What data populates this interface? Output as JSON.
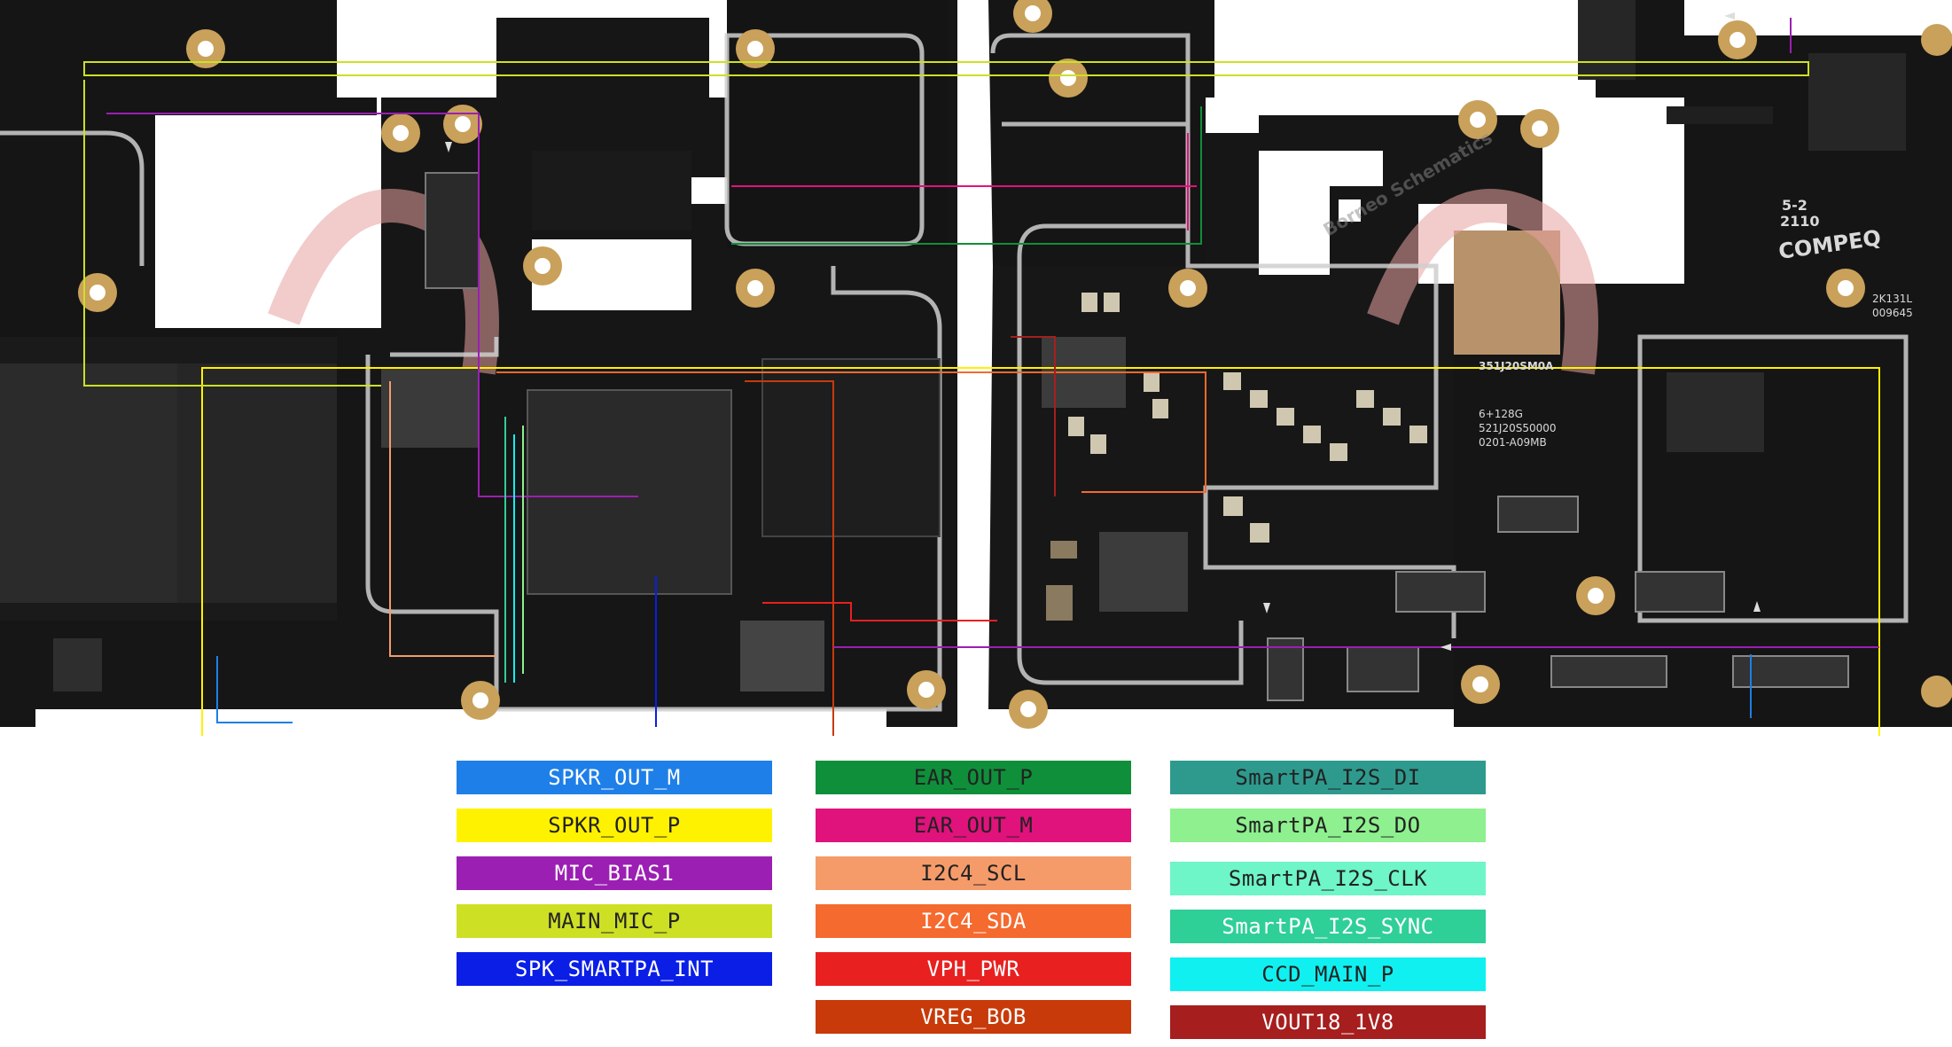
{
  "board": {
    "silkscreen": {
      "compeq": "COMPEQ",
      "rev": "5-2",
      "year": "2110",
      "part": "351J20SM0A",
      "mem": "6+128G",
      "code1": "521J20S50000",
      "code2": "0201-A09MB",
      "lot1": "2K131L",
      "lot2": "009645"
    },
    "watermark": "Borneo Schematics",
    "colors": {
      "board": "#151515",
      "pad_gold": "#c9a15a",
      "trace_silver": "#cfcfcf",
      "watermark": "#e8a0a0"
    }
  },
  "legend": {
    "items": [
      {
        "label": "SPKR_OUT_M",
        "bg": "#1e7fe8",
        "fg": "#ffffff"
      },
      {
        "label": "SPKR_OUT_P",
        "bg": "#fff200",
        "fg": "#222222"
      },
      {
        "label": "MIC_BIAS1",
        "bg": "#9b1fb3",
        "fg": "#ffffff"
      },
      {
        "label": "MAIN_MIC_P",
        "bg": "#cde024",
        "fg": "#222222"
      },
      {
        "label": "SPK_SMARTPA_INT",
        "bg": "#0a1ee6",
        "fg": "#ffffff"
      },
      {
        "label": "EAR_OUT_P",
        "bg": "#0f8f3a",
        "fg": "#222222"
      },
      {
        "label": "EAR_OUT_M",
        "bg": "#e0127c",
        "fg": "#222222"
      },
      {
        "label": "I2C4_SCL",
        "bg": "#f59b6a",
        "fg": "#222222"
      },
      {
        "label": "I2C4_SDA",
        "bg": "#f56a2e",
        "fg": "#ffffff"
      },
      {
        "label": "VPH_PWR",
        "bg": "#e82020",
        "fg": "#ffffff"
      },
      {
        "label": "VREG_BOB",
        "bg": "#c83a0a",
        "fg": "#ffffff"
      },
      {
        "label": "SmartPA_I2S_DI",
        "bg": "#2e9a8e",
        "fg": "#222222"
      },
      {
        "label": "SmartPA_I2S_DO",
        "bg": "#8ef08e",
        "fg": "#222222"
      },
      {
        "label": "SmartPA_I2S_CLK",
        "bg": "#6ef5c8",
        "fg": "#222222"
      },
      {
        "label": "SmartPA_I2S_SYNC",
        "bg": "#2fcf98",
        "fg": "#ffffff"
      },
      {
        "label": "CCD_MAIN_P",
        "bg": "#11f0f0",
        "fg": "#222222"
      },
      {
        "label": "VOUT18_1V8",
        "bg": "#a61e1e",
        "fg": "#ffffff"
      }
    ]
  }
}
